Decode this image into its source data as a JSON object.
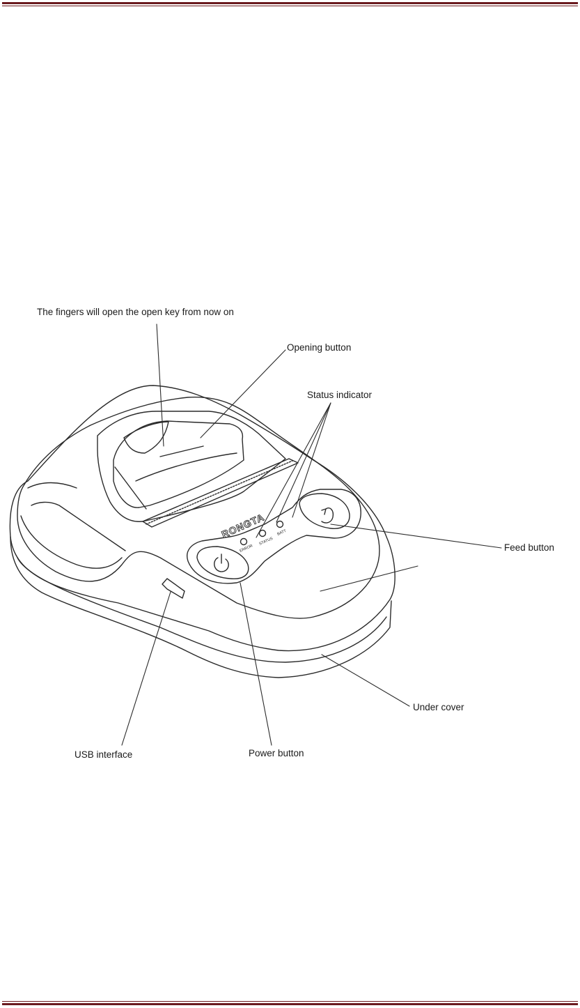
{
  "colors": {
    "accent": "#6b1a1f",
    "line": "#2a2a2a"
  },
  "diagram": {
    "subject": "portable thermal receipt printer",
    "brand_text": "RONGTA",
    "callouts": [
      {
        "id": "fingers",
        "text": "The fingers will open the open key from now on"
      },
      {
        "id": "opening",
        "text": "Opening button"
      },
      {
        "id": "status",
        "text": "Status indicator"
      },
      {
        "id": "feed",
        "text": "Feed button"
      },
      {
        "id": "under",
        "text": "Under cover"
      },
      {
        "id": "usb",
        "text": "USB interface"
      },
      {
        "id": "power",
        "text": "Power button"
      }
    ],
    "indicator_labels": [
      "ERROR",
      "STATUS",
      "BATT"
    ]
  }
}
